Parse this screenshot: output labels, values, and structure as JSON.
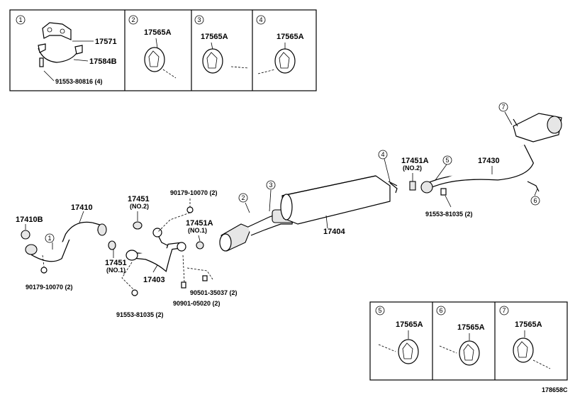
{
  "top_panels": [
    {
      "callout": "1",
      "labels": [
        "17571",
        "17584B",
        "91553-80816 (4)"
      ]
    },
    {
      "callout": "2",
      "labels": [
        "17565A"
      ]
    },
    {
      "callout": "3",
      "labels": [
        "17565A"
      ]
    },
    {
      "callout": "4",
      "labels": [
        "17565A"
      ]
    }
  ],
  "bottom_panels": [
    {
      "callout": "5",
      "labels": [
        "17565A"
      ]
    },
    {
      "callout": "6",
      "labels": [
        "17565A"
      ]
    },
    {
      "callout": "7",
      "labels": [
        "17565A"
      ]
    }
  ],
  "parts": {
    "p17410B": "17410B",
    "p17410": "17410",
    "p17451_no2": "17451",
    "p17451_no2_sub": "(NO.2)",
    "p90179_top": "90179-10070 (2)",
    "p17451A_no1": "17451A",
    "p17451A_no1_sub": "(NO.1)",
    "p17451_no1": "17451",
    "p17451_no1_sub": "(NO.1)",
    "p17403": "17403",
    "p90179_bottom": "90179-10070 (2)",
    "p91553_bottom": "91553-81035 (2)",
    "p90501": "90501-35037 (2)",
    "p90901": "90901-05020 (2)",
    "p17404": "17404",
    "p17451A_no2": "17451A",
    "p17451A_no2_sub": "(NO.2)",
    "p17430": "17430",
    "p91553_right": "91553-81035 (2)"
  },
  "callouts": {
    "c1": "1",
    "c2": "2",
    "c3": "3",
    "c4": "4",
    "c5": "5",
    "c6": "6",
    "c7": "7"
  },
  "figure_id": "178658C"
}
